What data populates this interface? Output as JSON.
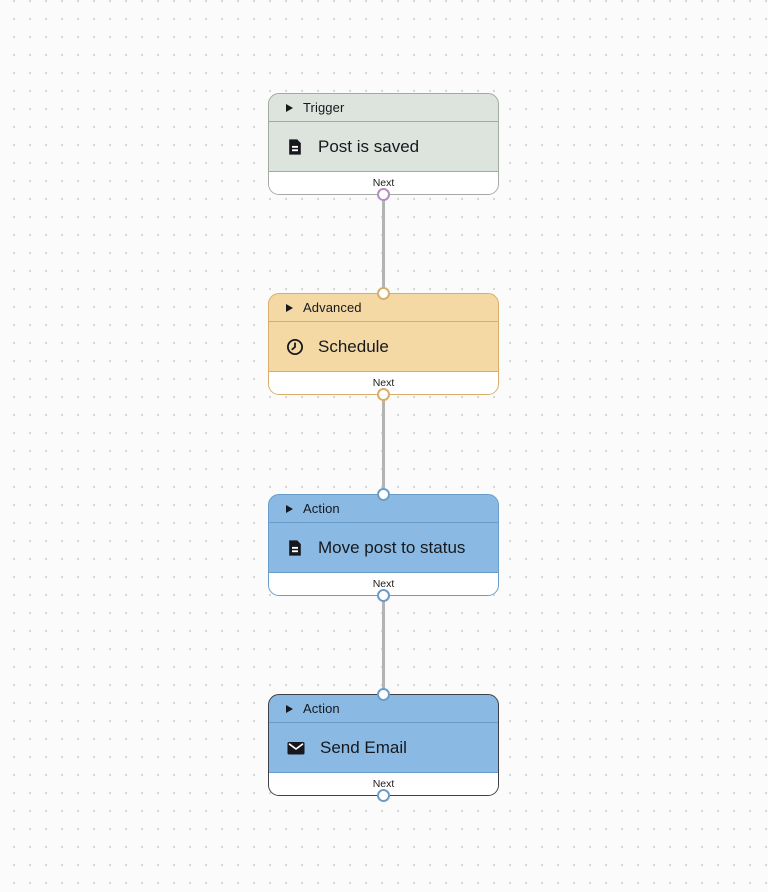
{
  "canvas": {
    "background": "#fbfbfb",
    "dot_color": "#d7d7d7",
    "edge_color": "#b3b3b3"
  },
  "nodes": [
    {
      "category": "Trigger",
      "title": "Post is saved",
      "footer_label": "Next",
      "icon": "document-icon",
      "colors": {
        "bg": "#dde4dd",
        "border": "#a2aaa2",
        "line": "#a2aaa2",
        "handle": "#b48fc2"
      }
    },
    {
      "category": "Advanced",
      "title": "Schedule",
      "footer_label": "Next",
      "icon": "clock-icon",
      "colors": {
        "bg": "#f4d9a4",
        "border": "#d8ae6a",
        "line": "#d8ae6a",
        "handle": "#d8ae6a"
      }
    },
    {
      "category": "Action",
      "title": "Move post to status",
      "footer_label": "Next",
      "icon": "document-icon",
      "colors": {
        "bg": "#8abae3",
        "border": "#6b9dca",
        "line": "#6b9dca",
        "handle": "#6b9dca"
      }
    },
    {
      "category": "Action",
      "title": "Send Email",
      "footer_label": "Next",
      "icon": "mail-icon",
      "colors": {
        "bg": "#8abae3",
        "border": "#3c4148",
        "line": "#6b9dca",
        "handle": "#6b9dca"
      }
    }
  ]
}
